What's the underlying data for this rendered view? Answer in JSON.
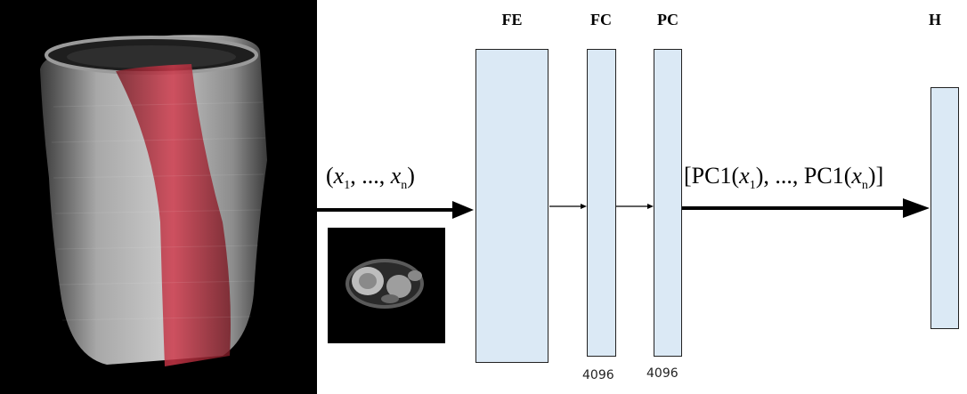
{
  "layers": {
    "fe": {
      "label": "FE"
    },
    "fc": {
      "label": "FC",
      "dim": "4096"
    },
    "pc": {
      "label": "PC",
      "dim": "4096"
    },
    "h": {
      "label": "H"
    }
  },
  "input": {
    "var": "x",
    "sub1": "1",
    "ellipsis": "...,",
    "subn": "n"
  },
  "output": {
    "fn": "PC1"
  },
  "colors": {
    "layer_fill": "#dbe9f5",
    "mask": "#c0283a",
    "background_panel": "#000000"
  }
}
